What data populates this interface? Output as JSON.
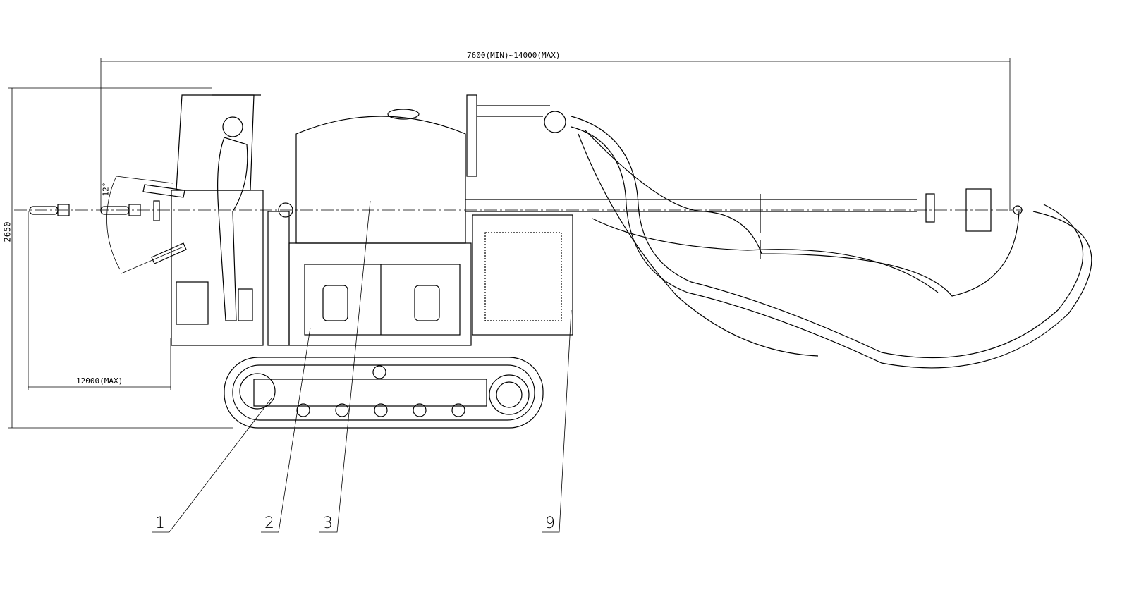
{
  "dimensions": {
    "reach": "7600(MIN)~14000(MAX)",
    "height": "2650",
    "angle": "12°",
    "max_length": "12000(MAX)"
  },
  "callouts": [
    {
      "label": "1"
    },
    {
      "label": "2"
    },
    {
      "label": "3"
    },
    {
      "label": "9"
    }
  ]
}
